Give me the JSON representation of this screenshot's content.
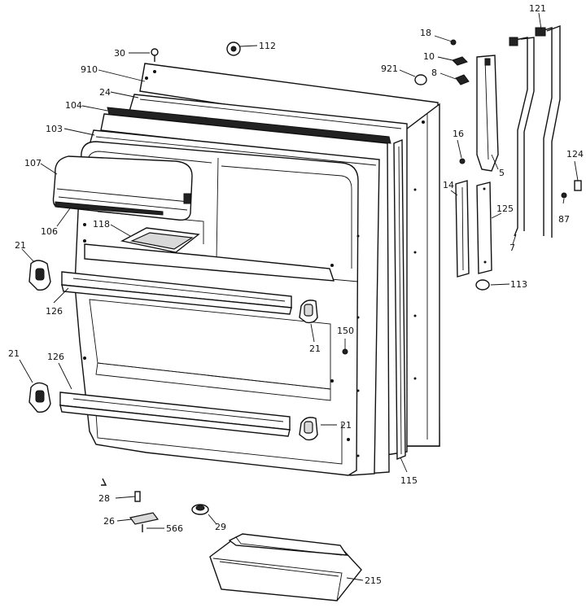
{
  "diagram": {
    "labels": {
      "l30": "30",
      "l112": "112",
      "l910": "910",
      "l24": "24",
      "l104": "104",
      "l103": "103",
      "l107": "107",
      "l106": "106",
      "l118": "118",
      "l21a": "21",
      "l126a": "126",
      "l21b": "21",
      "l126b": "126",
      "l21c": "21",
      "l21d": "21",
      "l150": "150",
      "l115": "115",
      "l18": "18",
      "l10": "10",
      "l921": "921",
      "l8": "8",
      "l16": "16",
      "l5": "5",
      "l14": "14",
      "l125": "125",
      "l113": "113",
      "l121": "121",
      "l124": "124",
      "l87": "87",
      "l7": "7",
      "l28": "28",
      "l26": "26",
      "l566": "566",
      "l29": "29",
      "l215": "215"
    }
  }
}
